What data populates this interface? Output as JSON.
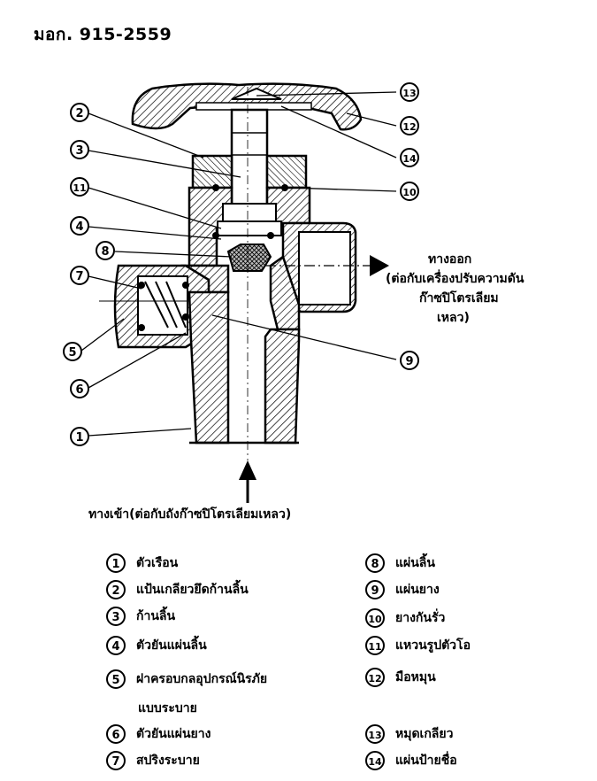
{
  "standard": "มอก. 915-2559",
  "outlet": {
    "title": "ทางออก",
    "line1": "(ต่อกับเครื่องปรับความดัน",
    "line2": "ก๊าซปิโตรเลียม",
    "line3": "เหลว)"
  },
  "inlet": "ทางเข้า(ต่อกับถังก๊าซปิโตรเลียมเหลว)",
  "callouts": [
    "1",
    "2",
    "3",
    "4",
    "5",
    "6",
    "7",
    "8",
    "9",
    "10",
    "11",
    "12",
    "13",
    "14"
  ],
  "legend": {
    "left": [
      {
        "num": "1",
        "label": "ตัวเรือน"
      },
      {
        "num": "2",
        "label": "แป้นเกลียวยึดก้านลิ้น"
      },
      {
        "num": "3",
        "label": "ก้านลิ้น"
      },
      {
        "num": "4",
        "label": "ตัวยันแผ่นลิ้น"
      },
      {
        "num": "5",
        "label": "ฝาครอบกลอุปกรณ์นิรภัย",
        "cont": "แบบระบาย"
      },
      {
        "num": "6",
        "label": "ตัวยันแผ่นยาง"
      },
      {
        "num": "7",
        "label": "สปริงระบาย"
      }
    ],
    "right": [
      {
        "num": "8",
        "label": "แผ่นลิ้น"
      },
      {
        "num": "9",
        "label": "แผ่นยาง"
      },
      {
        "num": "10",
        "label": "ยางกันรั่ว"
      },
      {
        "num": "11",
        "label": "แหวนรูปตัวโอ"
      },
      {
        "num": "12",
        "label": "มือหมุน"
      },
      {
        "num": "13",
        "label": "หมุดเกลียว"
      },
      {
        "num": "14",
        "label": "แผ่นป้ายชื่อ"
      }
    ]
  }
}
